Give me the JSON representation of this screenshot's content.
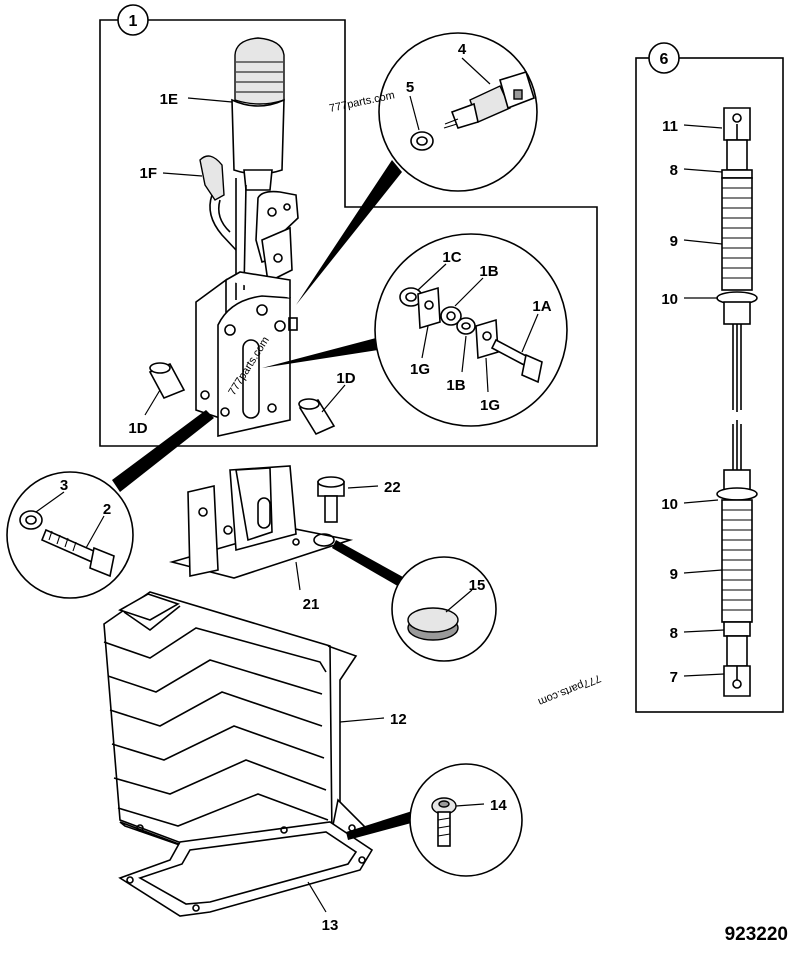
{
  "diagram": {
    "drawing_number": "923220",
    "watermarks": [
      "777parts.com",
      "777parts.com",
      "777parts.com"
    ],
    "callouts": {
      "c1": "1",
      "c6": "6",
      "l1E": "1E",
      "l1F": "1F",
      "l4": "4",
      "l5": "5",
      "l1C": "1C",
      "l1B_top": "1B",
      "l1A": "1A",
      "l1G_left": "1G",
      "l1B_bot": "1B",
      "l1G_right": "1G",
      "l1D_left": "1D",
      "l1D_right": "1D",
      "l3": "3",
      "l2": "2",
      "l22": "22",
      "l21": "21",
      "l15": "15",
      "l12": "12",
      "l14": "14",
      "l13": "13",
      "l11": "11",
      "l8_top": "8",
      "l9_top": "9",
      "l10_top": "10",
      "l10_bot": "10",
      "l9_bot": "9",
      "l8_bot": "8",
      "l7": "7"
    }
  }
}
